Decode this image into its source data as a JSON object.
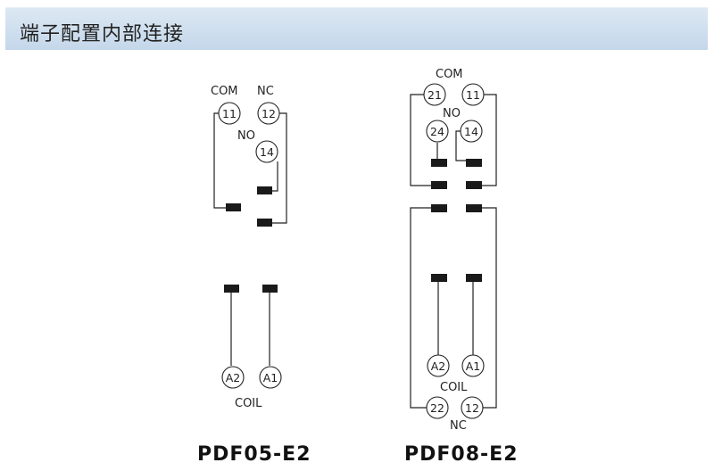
{
  "header": {
    "title": "端子配置内部连接"
  },
  "pdf05": {
    "model": "PDF05-E2",
    "com_label": "COM",
    "nc_label": "NC",
    "no_label": "NO",
    "coil_label": "COIL",
    "t_com": "11",
    "t_nc": "12",
    "t_no": "14",
    "t_a2": "A2",
    "t_a1": "A1"
  },
  "pdf08": {
    "model": "PDF08-E2",
    "com_label": "COM",
    "no_label": "NO",
    "coil_label": "COIL",
    "nc_label": "NC",
    "t_21": "21",
    "t_11": "11",
    "t_24": "24",
    "t_14": "14",
    "t_a2": "A2",
    "t_a1": "A1",
    "t_22": "22",
    "t_12": "12"
  }
}
